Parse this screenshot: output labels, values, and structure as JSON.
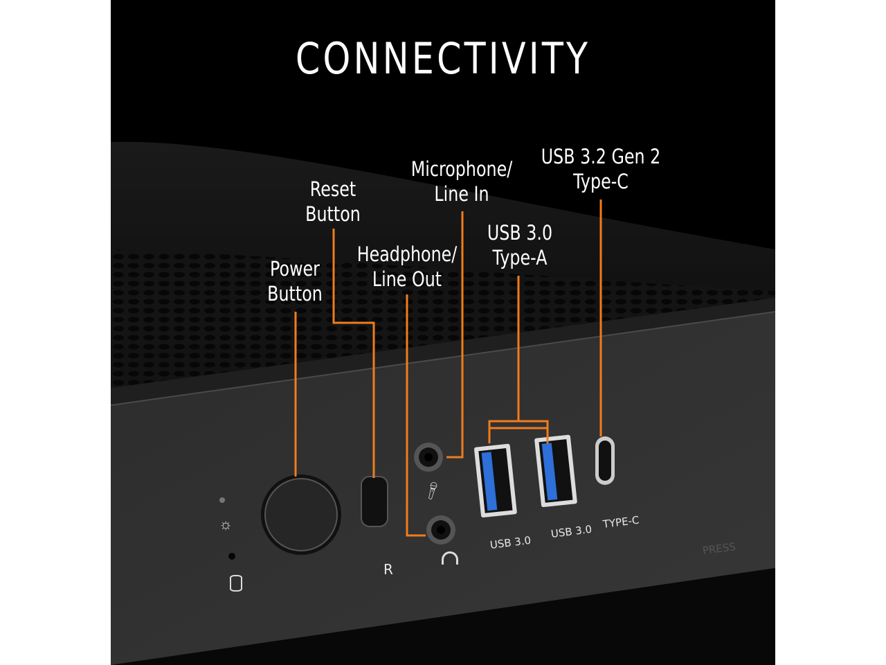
{
  "title": "CONNECTIVITY",
  "callouts": {
    "power": [
      "Power",
      "Button"
    ],
    "reset": [
      "Reset",
      "Button"
    ],
    "headphone": [
      "Headphone/",
      "Line Out"
    ],
    "microphone": [
      "Microphone/",
      "Line In"
    ],
    "usb3": [
      "USB 3.0",
      "Type-A"
    ],
    "typec": [
      "USB 3.2 Gen 2",
      "Type-C"
    ]
  },
  "panel_labels": {
    "reset": "R",
    "usb1": "USB 3.0",
    "usb2": "USB 3.0",
    "typec": "TYPE-C",
    "press": "PRESS"
  },
  "colors": {
    "accent": "#f07c1e",
    "usb_blue": "#2e6fd8",
    "panel": "#2b2b2b"
  }
}
